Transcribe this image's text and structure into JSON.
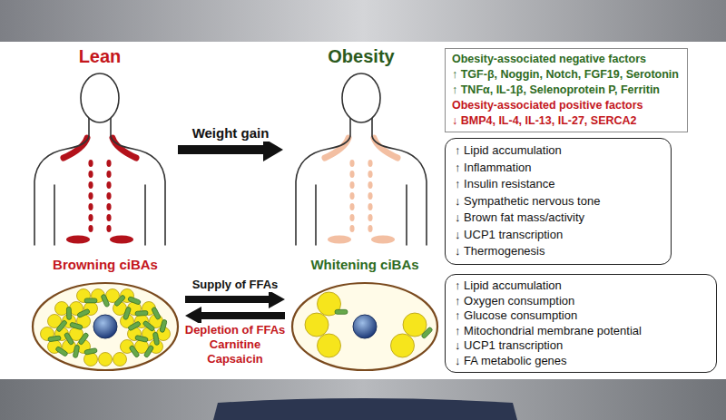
{
  "diagram": {
    "nodes": [
      {
        "text": [
          "Lean"
        ]
      },
      {
        "text": [
          "Obesity"
        ]
      },
      {
        "text": [
          "Obesity-associated negative factors",
          "↑ TGF-β, Noggin, Notch, FGF19, Serotonin",
          "↑ TNFα, IL-1β, Selenoprotein P, Ferritin",
          "Obesity-associated positive factors",
          "↓ BMP4, IL-4, IL-13, IL-27, SERCA2"
        ]
      },
      {
        "text": [
          "↑ Lipid accumulation",
          "↑ Inflammation",
          "↑ Insulin resistance",
          "↓ Sympathetic nervous tone",
          "↓ Brown fat mass/activity",
          "↓ UCP1 transcription",
          "↓ Thermogenesis"
        ]
      },
      {
        "text": [
          "Browning ciBAs"
        ]
      },
      {
        "text": [
          "Whitening ciBAs"
        ]
      },
      {
        "text": [
          "↑ Lipid accumulation",
          "↑ Oxygen consumption",
          "↑ Glucose consumption",
          "↑ Mitochondrial membrane potential",
          "↓ UCP1 transcription",
          "↓ FA metabolic genes"
        ]
      }
    ],
    "edges": [
      {
        "from": 0,
        "to": 1,
        "label": "Weight gain",
        "arrow": "to"
      },
      {
        "from": 4,
        "to": 5,
        "label": "Supply of FFAs",
        "arrow": "to"
      },
      {
        "from": 5,
        "to": 4,
        "label": "Depletion of FFAs",
        "arrow": "to"
      }
    ],
    "labels": [
      "Carnitine",
      "Capsaicin"
    ]
  }
}
